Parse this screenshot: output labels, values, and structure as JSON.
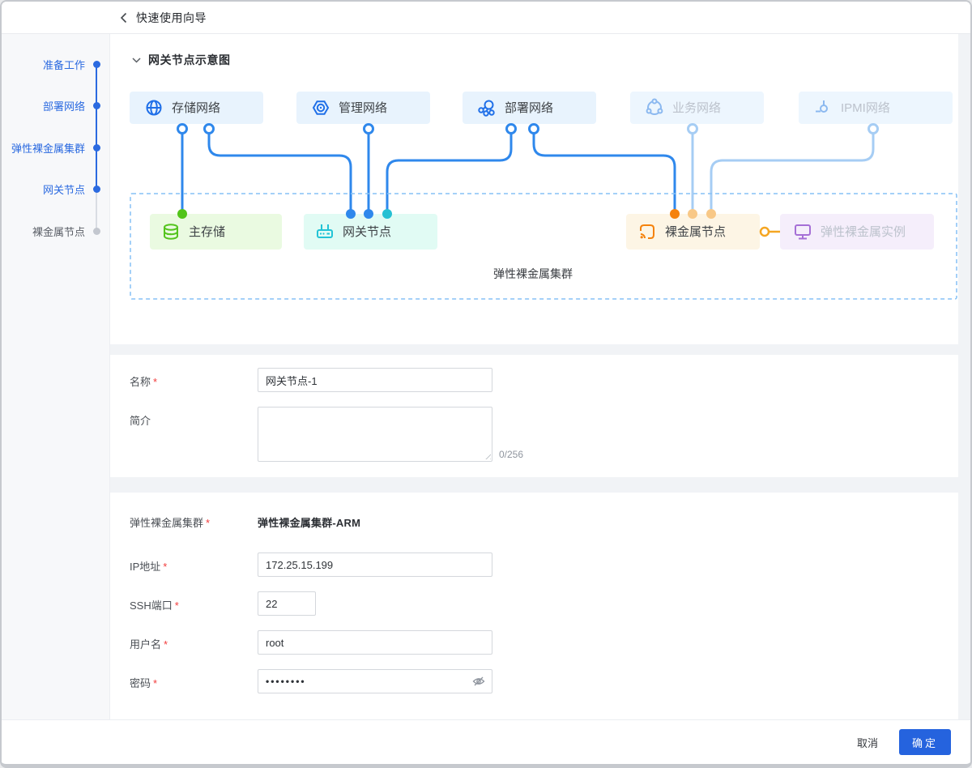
{
  "header": {
    "title": "快速使用向导"
  },
  "sidebar": {
    "steps": [
      {
        "label": "准备工作",
        "state": "done"
      },
      {
        "label": "部署网络",
        "state": "done"
      },
      {
        "label": "弹性裸金属集群",
        "state": "done"
      },
      {
        "label": "网关节点",
        "state": "current"
      },
      {
        "label": "裸金属节点",
        "state": "pending"
      }
    ]
  },
  "diagram": {
    "section_title": "网关节点示意图",
    "cluster_label": "弹性裸金属集群",
    "top_nodes": [
      {
        "label": "存储网络",
        "icon": "globe-icon",
        "state": "active"
      },
      {
        "label": "管理网络",
        "icon": "hexagon-gear-icon",
        "state": "active"
      },
      {
        "label": "部署网络",
        "icon": "topology-icon",
        "state": "active"
      },
      {
        "label": "业务网络",
        "icon": "cycle-network-icon",
        "state": "inactive"
      },
      {
        "label": "IPMI网络",
        "icon": "connector-icon",
        "state": "inactive"
      }
    ],
    "bottom_nodes": [
      {
        "label": "主存储",
        "icon": "database-icon",
        "accent": "#54c41e",
        "bg": "#eafae1"
      },
      {
        "label": "网关节点",
        "icon": "router-icon",
        "accent": "#22c3d6",
        "bg": "#e1fbf4"
      },
      {
        "label": "裸金属节点",
        "icon": "cast-icon",
        "accent": "#f5820c",
        "bg": "#fdf5e5"
      },
      {
        "label": "弹性裸金属实例",
        "icon": "monitor-icon",
        "accent": "#a56fd6",
        "bg": "#f5eefb"
      }
    ],
    "colors": {
      "edge_active": "#2f88ec",
      "edge_inactive": "#a6cdf4",
      "node_bg_active": "#e8f3fd",
      "node_bg_inactive": "#edf6fe",
      "cluster_border": "#85c1f5",
      "port_green": "#52c41a",
      "port_blue": "#2f88ec",
      "port_cyan": "#26c0d3",
      "port_orange": "#f5820c",
      "port_light_orange": "#f8c887",
      "link_orange": "#f5a623"
    }
  },
  "ui": {
    "required_marker": "*"
  },
  "form": {
    "name": {
      "label": "名称",
      "required": true,
      "value": "网关节点-1"
    },
    "description": {
      "label": "简介",
      "required": false,
      "value": "",
      "counter": "0/256"
    },
    "cluster": {
      "label": "弹性裸金属集群",
      "required": true,
      "value": "弹性裸金属集群-ARM"
    },
    "ip": {
      "label": "IP地址",
      "required": true,
      "value": "172.25.15.199"
    },
    "ssh_port": {
      "label": "SSH端口",
      "required": true,
      "value": "22"
    },
    "username": {
      "label": "用户名",
      "required": true,
      "value": "root"
    },
    "password": {
      "label": "密码",
      "required": true,
      "value": "••••••••"
    }
  },
  "footer": {
    "cancel_label": "取消",
    "confirm_label": "确定",
    "confirm_color": "#2563de"
  }
}
